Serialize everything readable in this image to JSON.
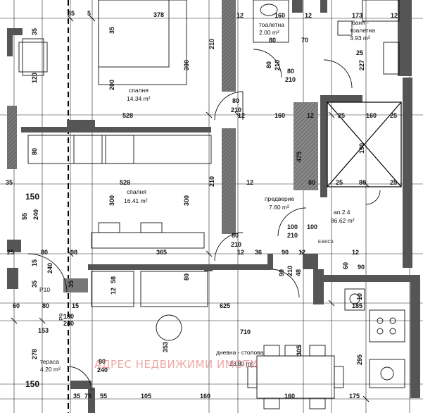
{
  "rooms": {
    "bedroom1": {
      "name": "спалня",
      "area": "14.34 m²"
    },
    "bedroom2": {
      "name": "спалня",
      "area": "16.41 m²"
    },
    "toilet": {
      "name": "тоалетна",
      "area": "2.00 m²"
    },
    "bath": {
      "name_line1": "баня -",
      "name_line2": "тоалетна",
      "area": "3.93 m²"
    },
    "hall": {
      "name": "предверие",
      "area": "7.60 m²"
    },
    "apartment": {
      "name": "ап.2.4",
      "area": "86.62 m²"
    },
    "living": {
      "name": "дневна - столова",
      "area": "23.80 m²"
    },
    "terrace": {
      "name": "тераса",
      "area": "4.20 m²"
    }
  },
  "labels": {
    "door_code": "EI60C3",
    "column_p10": "P10",
    "column_p9": "P9",
    "axis_150_top": "150",
    "axis_150_bottom": "150"
  },
  "watermark": "АДРЕС НЕДВИЖИМИ ИМОТИ",
  "dims": {
    "d35a": "35",
    "d5a": "5",
    "d378": "378",
    "d12a": "12",
    "d160a": "160",
    "d12b": "12",
    "d173": "173",
    "d12c": "12",
    "d35b": "35",
    "d120": "120",
    "d35c": "35",
    "d200": "200",
    "d300a": "300",
    "d210a": "210",
    "d80a": "80",
    "d70": "70",
    "d80b": "80",
    "d210b": "210",
    "d227": "227",
    "d25a": "25",
    "d80c": "80",
    "d210c": "210",
    "d80d": "80",
    "d210d": "210",
    "d528a": "528",
    "d12d": "12",
    "d160b": "160",
    "d12e": "12",
    "d25b": "25",
    "d160c": "160",
    "d25c": "25",
    "d80e": "80",
    "d475": "475",
    "d190": "190",
    "d528b": "528",
    "d35d": "35",
    "d300b": "300",
    "d300c": "300",
    "d210e": "210",
    "d12f": "12",
    "d80f": "80",
    "d210f": "210",
    "d25d": "25",
    "d80g": "80",
    "d25e": "25",
    "d55": "55",
    "d240a": "240",
    "d100a": "100",
    "d210g": "210",
    "d100b": "100",
    "d80h": "80",
    "d210h": "210",
    "d25f": "25",
    "d80i": "80",
    "d98": "98",
    "d365": "365",
    "d12g": "12",
    "d36": "36",
    "d90": "90",
    "d12h": "12",
    "d12i": "12",
    "d15": "15",
    "d240b": "240",
    "d90b": "90",
    "d210i": "210",
    "d48": "48",
    "d60": "60",
    "d90c": "90",
    "d58": "58",
    "d12j": "12",
    "d80j": "80",
    "d35e": "35",
    "d35f": "35",
    "d10": "10",
    "d60b": "60",
    "d80k": "80",
    "d15b": "15",
    "d625": "625",
    "d185": "185",
    "d180": "180",
    "d240c": "240",
    "d153": "153",
    "d710": "710",
    "d353": "353",
    "d278": "278",
    "d305": "305",
    "d80l": "80",
    "d240d": "240",
    "d295": "295",
    "d35g": "35",
    "d75": "75",
    "d55b": "55",
    "d105": "105",
    "d160d": "160",
    "d160e": "160",
    "d175": "175"
  }
}
